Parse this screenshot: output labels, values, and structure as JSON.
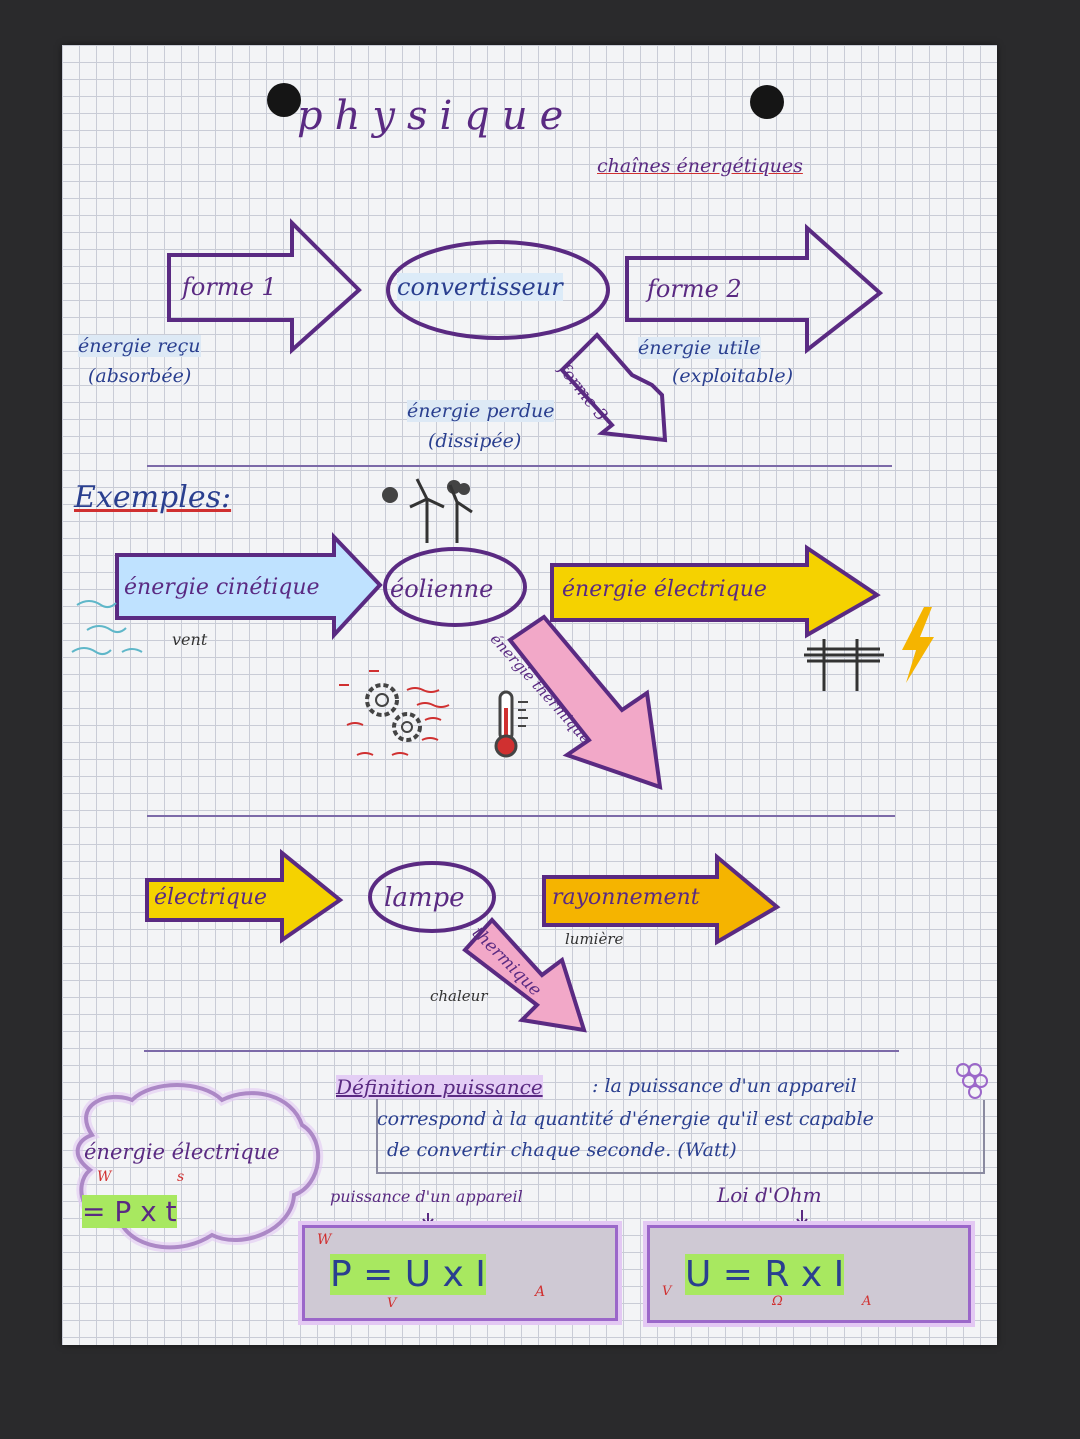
{
  "title": "physique",
  "subtitle": "chaînes énergétiques",
  "diagram": {
    "form1": "forme 1",
    "converter": "convertisseur",
    "form2": "forme 2",
    "form3": "forme 3",
    "received": "énergie reçu",
    "received_note": "(absorbée)",
    "useful": "énergie utile",
    "useful_note": "(exploitable)",
    "lost": "énergie perdue",
    "lost_note": "(dissipée)"
  },
  "examples_heading": "Exemples:",
  "example1": {
    "input": "énergie cinétique",
    "input_note": "vent",
    "converter": "éolienne",
    "output": "énergie électrique",
    "loss": "énergie thermique"
  },
  "example2": {
    "input": "électrique",
    "converter": "lampe",
    "output": "rayonnement",
    "output_note": "lumière",
    "loss": "thermique",
    "loss_note": "chaleur"
  },
  "definition": {
    "term": "Définition puissance",
    "text_line1": ": la puissance d'un appareil",
    "text_line2": "correspond à la quantité d'énergie qu'il est capable",
    "text_line3": "de convertir chaque seconde. (Watt)"
  },
  "energy_formula": {
    "label": "énergie électrique",
    "formula": "= P x t",
    "unit_w": "W",
    "unit_s": "s"
  },
  "power_formula": {
    "caption": "puissance d'un appareil",
    "formula": "P = U x I",
    "unit_w": "W",
    "unit_v": "V",
    "unit_a": "A"
  },
  "ohm_formula": {
    "caption": "Loi d'Ohm",
    "formula": "U = R x I",
    "unit_v": "V",
    "unit_ohm": "Ω",
    "unit_a": "A"
  },
  "colors": {
    "ink_purple": "#5a2a82",
    "ink_blue": "#2a3f8f",
    "highlight_purple": "#c9a6ec",
    "highlight_yellow": "#f5d200",
    "highlight_green": "#a8e860",
    "highlight_blue": "#bfe2ff",
    "highlight_pink": "#f2a8c8"
  },
  "icons": [
    "wind-turbine-icon",
    "gears-icon",
    "thermometer-icon",
    "power-pylon-icon",
    "lightning-icon"
  ]
}
